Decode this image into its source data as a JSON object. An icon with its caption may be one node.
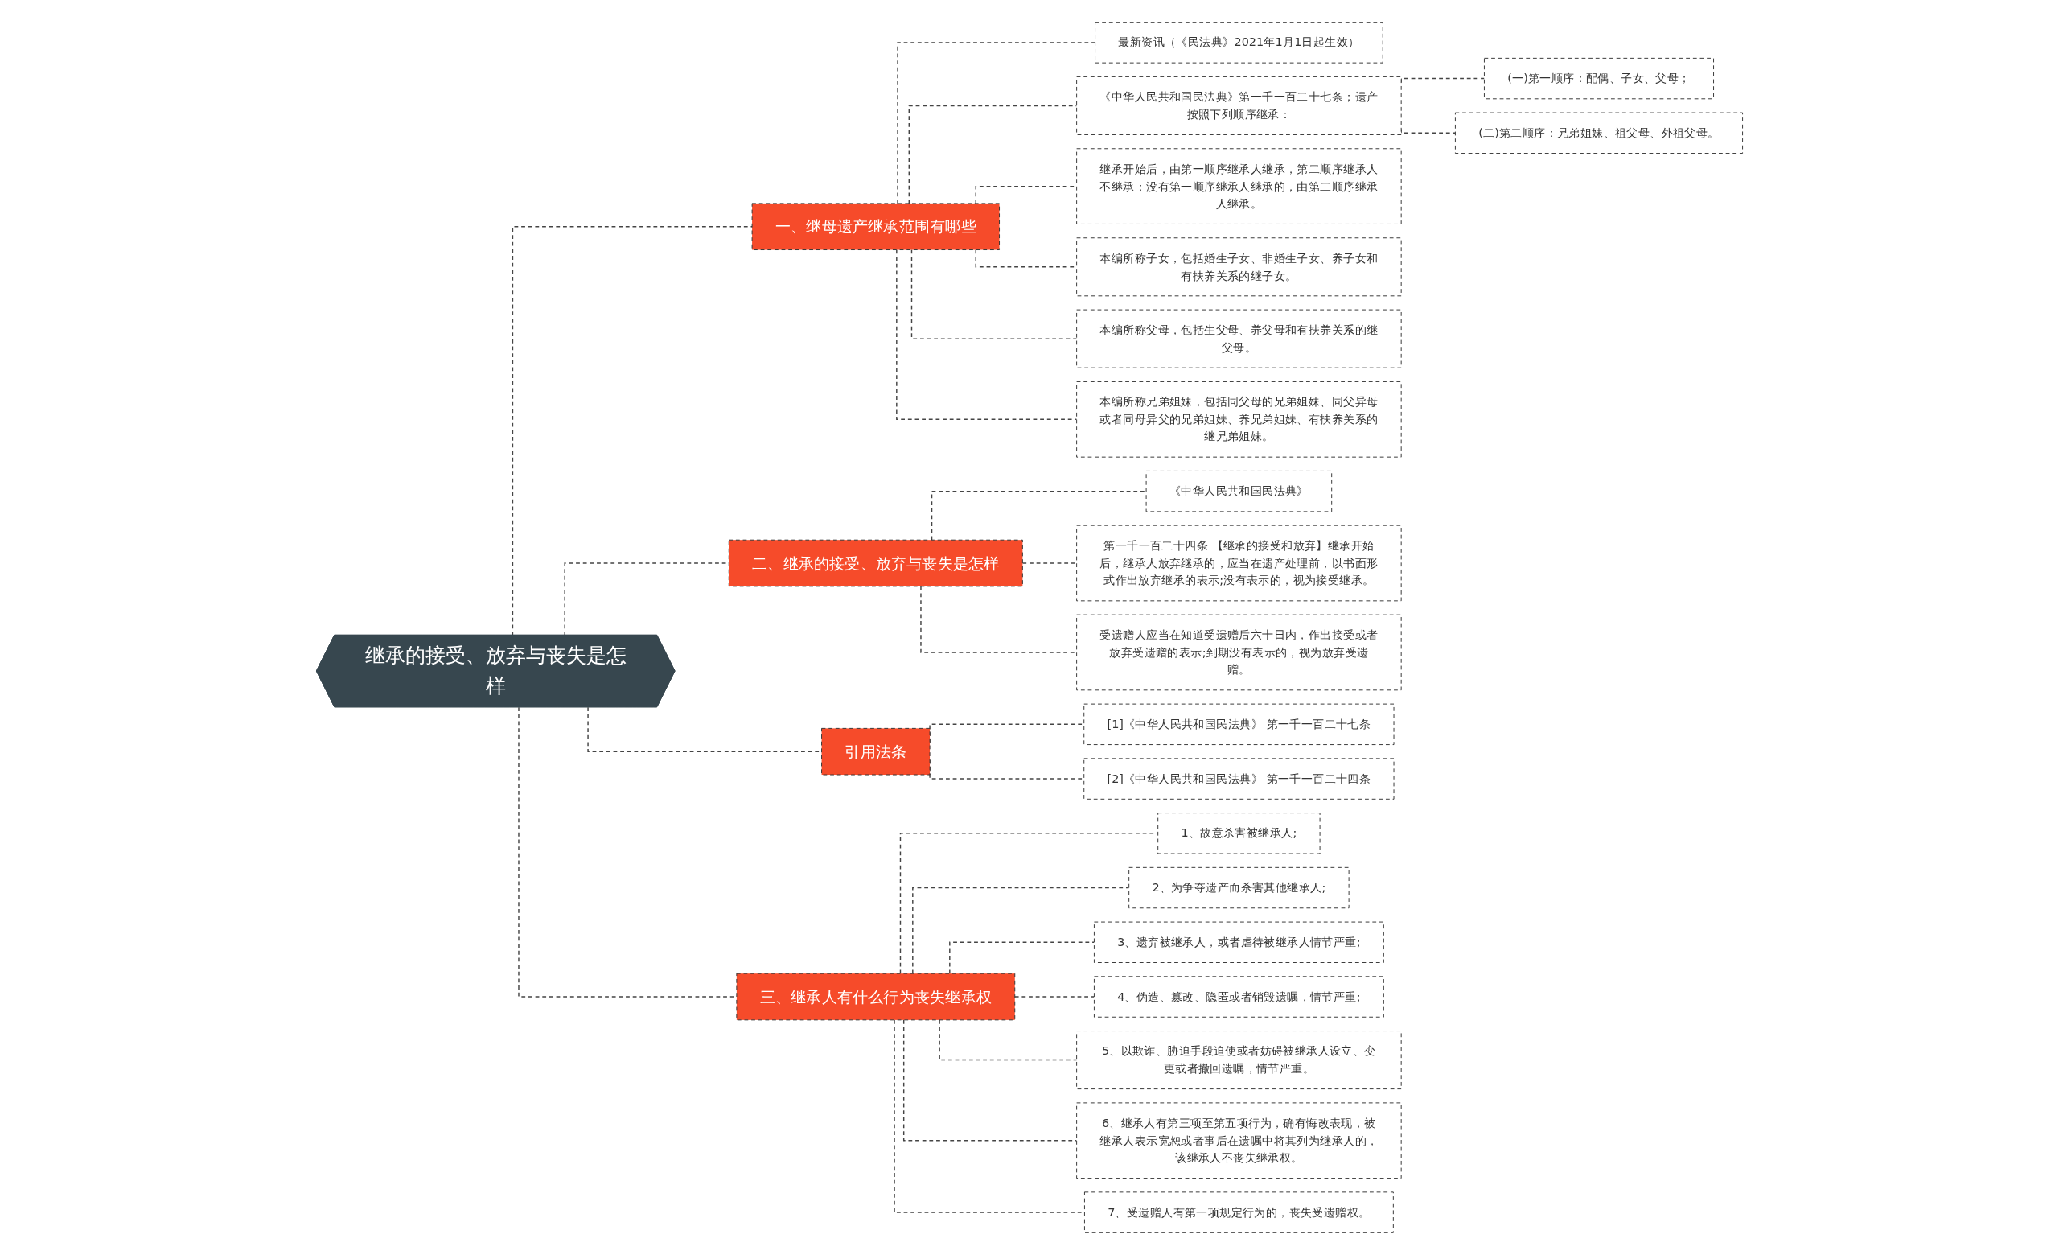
{
  "diagram": {
    "nodes": [
      {
        "text": [
          "继承的接受、放弃与丧失是怎样"
        ]
      },
      {
        "text": [
          "一、继母遗产继承范围有哪些"
        ]
      },
      {
        "text": [
          "最新资讯（《民法典》2021年1月1日起生效）"
        ]
      },
      {
        "text": [
          "《中华人民共和国民法典》第一千一百二十七条；遗产按照下列顺序继承："
        ]
      },
      {
        "text": [
          "(一)第一顺序：配偶、子女、父母；"
        ]
      },
      {
        "text": [
          "(二)第二顺序：兄弟姐妹、祖父母、外祖父母。"
        ]
      },
      {
        "text": [
          "继承开始后，由第一顺序继承人继承，第二顺序继承人不继承；没有第一顺序继承人继承的，由第二顺序继承人继承。"
        ]
      },
      {
        "text": [
          "本编所称子女，包括婚生子女、非婚生子女、养子女和有扶养关系的继子女。"
        ]
      },
      {
        "text": [
          "本编所称父母，包括生父母、养父母和有扶养关系的继父母。"
        ]
      },
      {
        "text": [
          "本编所称兄弟姐妹，包括同父母的兄弟姐妹、同父异母或者同母异父的兄弟姐妹、养兄弟姐妹、有扶养关系的继兄弟姐妹。"
        ]
      },
      {
        "text": [
          "二、继承的接受、放弃与丧失是怎样"
        ]
      },
      {
        "text": [
          "《中华人民共和国民法典》"
        ]
      },
      {
        "text": [
          "第一千一百二十四条 【继承的接受和放弃】继承开始后，继承人放弃继承的，应当在遗产处理前，以书面形式作出放弃继承的表示;没有表示的，视为接受继承。"
        ]
      },
      {
        "text": [
          "受遗赠人应当在知道受遗赠后六十日内，作出接受或者放弃受遗赠的表示;到期没有表示的，视为放弃受遗赠。"
        ]
      },
      {
        "text": [
          "引用法条"
        ]
      },
      {
        "text": [
          "[1]《中华人民共和国民法典》 第一千一百二十七条"
        ]
      },
      {
        "text": [
          "[2]《中华人民共和国民法典》 第一千一百二十四条"
        ]
      },
      {
        "text": [
          "三、继承人有什么行为丧失继承权"
        ]
      },
      {
        "text": [
          "1、故意杀害被继承人;"
        ]
      },
      {
        "text": [
          "2、为争夺遗产而杀害其他继承人;"
        ]
      },
      {
        "text": [
          "3、遗弃被继承人，或者虐待被继承人情节严重;"
        ]
      },
      {
        "text": [
          "4、伪造、篡改、隐匿或者销毁遗嘱，情节严重;"
        ]
      },
      {
        "text": [
          "5、以欺诈、胁迫手段迫使或者妨碍被继承人设立、变更或者撤回遗嘱，情节严重。"
        ]
      },
      {
        "text": [
          "6、继承人有第三项至第五项行为，确有悔改表现，被继承人表示宽恕或者事后在遗嘱中将其列为继承人的，该继承人不丧失继承权。"
        ]
      },
      {
        "text": [
          "7、受遗赠人有第一项规定行为的，丧失受遗赠权。"
        ]
      }
    ],
    "edges": [
      {
        "from": 0,
        "to": 1,
        "arrow": "none",
        "style": "dashed"
      },
      {
        "from": 1,
        "to": 2,
        "arrow": "none",
        "style": "dashed"
      },
      {
        "from": 1,
        "to": 3,
        "arrow": "none",
        "style": "dashed"
      },
      {
        "from": 3,
        "to": 4,
        "arrow": "none",
        "style": "dashed"
      },
      {
        "from": 3,
        "to": 5,
        "arrow": "none",
        "style": "dashed"
      },
      {
        "from": 1,
        "to": 6,
        "arrow": "none",
        "style": "dashed"
      },
      {
        "from": 1,
        "to": 7,
        "arrow": "none",
        "style": "dashed"
      },
      {
        "from": 1,
        "to": 8,
        "arrow": "none",
        "style": "dashed"
      },
      {
        "from": 1,
        "to": 9,
        "arrow": "none",
        "style": "dashed"
      },
      {
        "from": 0,
        "to": 10,
        "arrow": "none",
        "style": "dashed"
      },
      {
        "from": 10,
        "to": 11,
        "arrow": "none",
        "style": "dashed"
      },
      {
        "from": 10,
        "to": 12,
        "arrow": "none",
        "style": "dashed"
      },
      {
        "from": 10,
        "to": 13,
        "arrow": "none",
        "style": "dashed"
      },
      {
        "from": 0,
        "to": 14,
        "arrow": "none",
        "style": "dashed"
      },
      {
        "from": 14,
        "to": 15,
        "arrow": "none",
        "style": "dashed"
      },
      {
        "from": 14,
        "to": 16,
        "arrow": "none",
        "style": "dashed"
      },
      {
        "from": 0,
        "to": 17,
        "arrow": "none",
        "style": "dashed"
      },
      {
        "from": 17,
        "to": 18,
        "arrow": "none",
        "style": "dashed"
      },
      {
        "from": 17,
        "to": 19,
        "arrow": "none",
        "style": "dashed"
      },
      {
        "from": 17,
        "to": 20,
        "arrow": "none",
        "style": "dashed"
      },
      {
        "from": 17,
        "to": 21,
        "arrow": "none",
        "style": "dashed"
      },
      {
        "from": 17,
        "to": 22,
        "arrow": "none",
        "style": "dashed"
      },
      {
        "from": 17,
        "to": 23,
        "arrow": "none",
        "style": "dashed"
      },
      {
        "from": 17,
        "to": 24,
        "arrow": "none",
        "style": "dashed"
      }
    ]
  }
}
